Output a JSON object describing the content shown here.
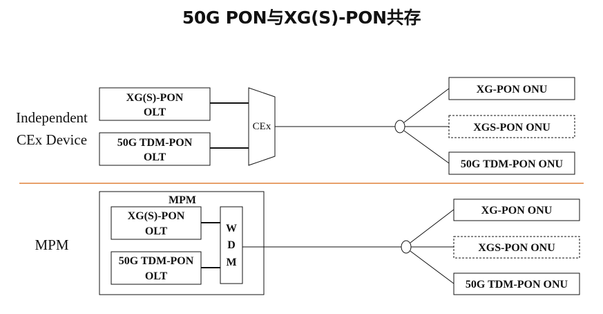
{
  "title": "50G PON与XG(S)-PON共存",
  "colors": {
    "divider": "#e8a06a",
    "line": "#111111",
    "background": "#ffffff"
  },
  "top": {
    "section_label_lines": [
      "Independent",
      "CEx Device"
    ],
    "olt_boxes": [
      {
        "lines": [
          "XG(S)-PON",
          "OLT"
        ]
      },
      {
        "lines": [
          "50G TDM-PON",
          "OLT"
        ]
      }
    ],
    "combiner_label": "CEx",
    "onus": [
      {
        "label": "XG-PON ONU",
        "border": "solid"
      },
      {
        "label": "XGS-PON ONU",
        "border": "dashed"
      },
      {
        "label": "50G TDM-PON ONU",
        "border": "solid"
      }
    ]
  },
  "bottom": {
    "section_label": "MPM",
    "container_label": "MPM",
    "olt_boxes": [
      {
        "lines": [
          "XG(S)-PON",
          "OLT"
        ]
      },
      {
        "lines": [
          "50G TDM-PON",
          "OLT"
        ]
      }
    ],
    "wdm_letters": [
      "W",
      "D",
      "M"
    ],
    "onus": [
      {
        "label": "XG-PON ONU",
        "border": "solid"
      },
      {
        "label": "XGS-PON ONU",
        "border": "dashed"
      },
      {
        "label": "50G TDM-PON ONU",
        "border": "solid"
      }
    ]
  }
}
